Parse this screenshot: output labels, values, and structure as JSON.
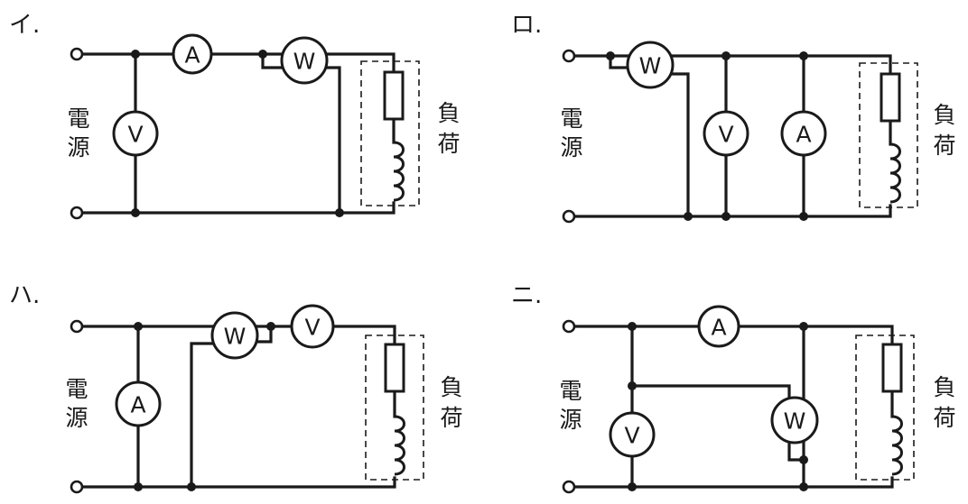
{
  "panels": {
    "i": {
      "label": "イ.",
      "source": [
        "電",
        "源"
      ],
      "load": [
        "負",
        "荷"
      ]
    },
    "ro": {
      "label": "ロ.",
      "source": [
        "電",
        "源"
      ],
      "load": [
        "負",
        "荷"
      ]
    },
    "ha": {
      "label": "ハ.",
      "source": [
        "電",
        "源"
      ],
      "load": [
        "負",
        "荷"
      ]
    },
    "ni": {
      "label": "ニ.",
      "source": [
        "電",
        "源"
      ],
      "load": [
        "負",
        "荷"
      ]
    }
  },
  "meters": {
    "ammeter": "A",
    "voltmeter": "V",
    "wattmeter": "W"
  }
}
